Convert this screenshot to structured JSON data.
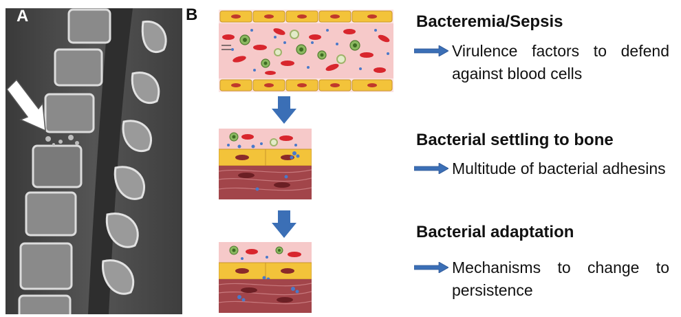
{
  "panel_a": {
    "label": "A"
  },
  "panel_b": {
    "label": "B"
  },
  "stages": [
    {
      "title": "Bacteremia/Sepsis",
      "description": "Virulence factors to defend against blood cells"
    },
    {
      "title": "Bacterial settling to bone",
      "description": "Multitude of bacterial adhesins"
    },
    {
      "title": "Bacterial adaptation",
      "description": "Mechanisms to change to persistence"
    }
  ],
  "colors": {
    "arrow_blue": "#3b6fb6",
    "endothelial_yellow": "#f3c33a",
    "red_blood_cell": "#d8262d",
    "plasma_pink": "#f6c9c9",
    "muscle_red": "#a2454a",
    "bacteria_blue": "#4a79c9"
  }
}
